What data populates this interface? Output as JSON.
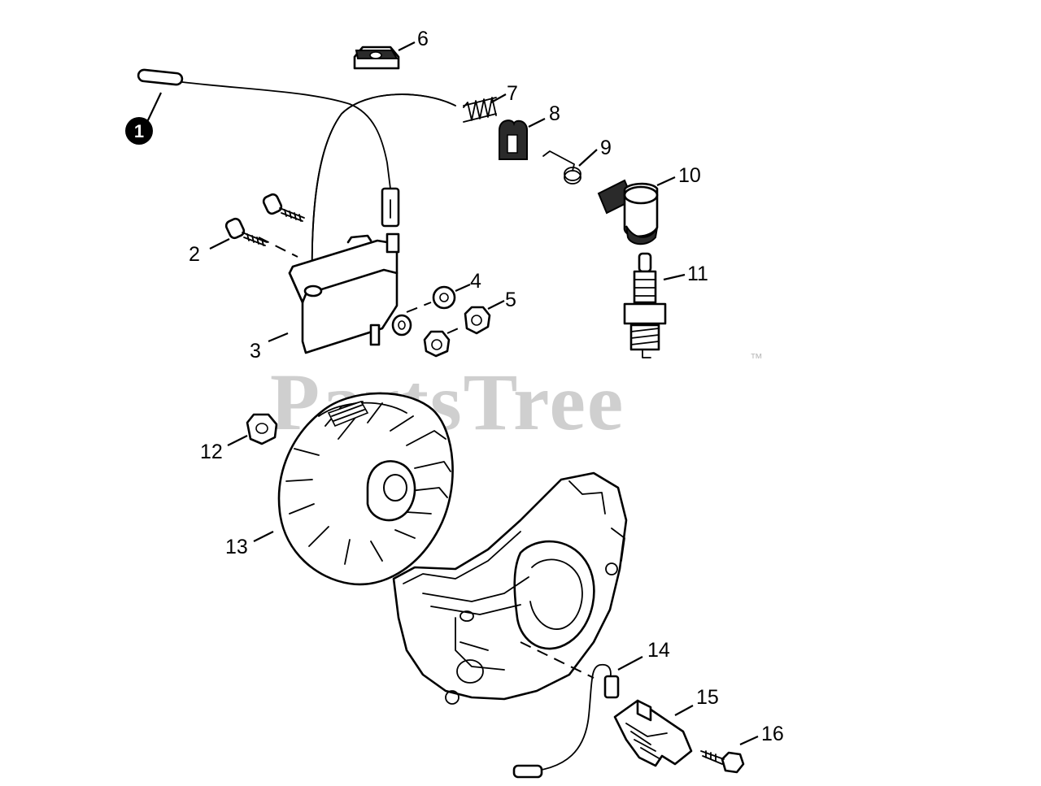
{
  "watermark": {
    "text": "PartsTree",
    "trademark": "™"
  },
  "badge": "1",
  "callouts": {
    "c2": "2",
    "c3": "3",
    "c4": "4",
    "c5": "5",
    "c6": "6",
    "c7": "7",
    "c8": "8",
    "c9": "9",
    "c10": "10",
    "c11": "11",
    "c12": "12",
    "c13": "13",
    "c14": "14",
    "c15": "15",
    "c16": "16"
  }
}
